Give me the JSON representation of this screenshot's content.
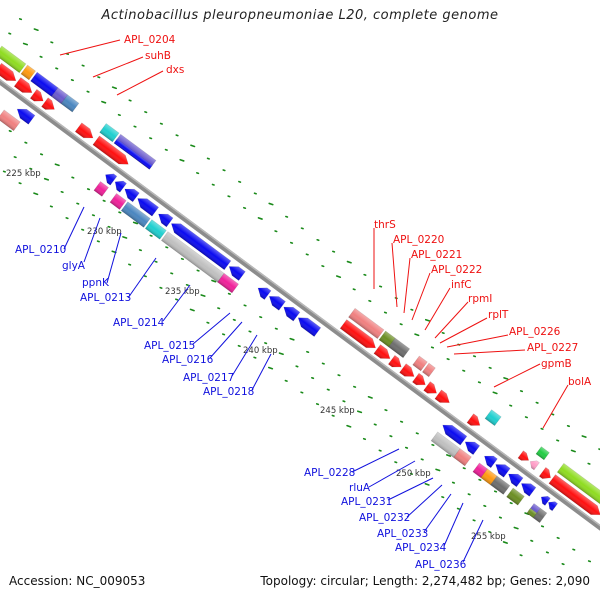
{
  "title": "Actinobacillus pleuropneumoniae L20, complete genome",
  "footer": {
    "accession": "Accession: NC_009053",
    "stats": "Topology: circular; Length: 2,274,482 bp; Genes: 2,090"
  },
  "colors": {
    "backbone": "#8c8c8c",
    "tick": "#1a8a1a",
    "label_forward": "#ee1111",
    "label_reverse": "#1111dd"
  },
  "kbp_ticks": [
    {
      "label": "225 kbp"
    },
    {
      "label": "230 kbp"
    },
    {
      "label": "235 kbp"
    },
    {
      "label": "240 kbp"
    },
    {
      "label": "245 kbp"
    },
    {
      "label": "250 kbp"
    },
    {
      "label": "255 kbp"
    }
  ],
  "labels_forward": [
    {
      "text": "APL_0204"
    },
    {
      "text": "suhB"
    },
    {
      "text": "dxs"
    },
    {
      "text": "thrS"
    },
    {
      "text": "APL_0220"
    },
    {
      "text": "APL_0221"
    },
    {
      "text": "APL_0222"
    },
    {
      "text": "infC"
    },
    {
      "text": "rpmI"
    },
    {
      "text": "rplT"
    },
    {
      "text": "APL_0226"
    },
    {
      "text": "APL_0227"
    },
    {
      "text": "gpmB"
    },
    {
      "text": "bolA"
    }
  ],
  "labels_reverse": [
    {
      "text": "APL_0210"
    },
    {
      "text": "glyA"
    },
    {
      "text": "ppnK"
    },
    {
      "text": "APL_0213"
    },
    {
      "text": "APL_0214"
    },
    {
      "text": "APL_0215"
    },
    {
      "text": "APL_0216"
    },
    {
      "text": "APL_0217"
    },
    {
      "text": "APL_0218"
    },
    {
      "text": "APL_0228"
    },
    {
      "text": "rluA"
    },
    {
      "text": "APL_0231"
    },
    {
      "text": "APL_0232"
    },
    {
      "text": "APL_0233"
    },
    {
      "text": "APL_0234"
    },
    {
      "text": "APL_0236"
    }
  ]
}
